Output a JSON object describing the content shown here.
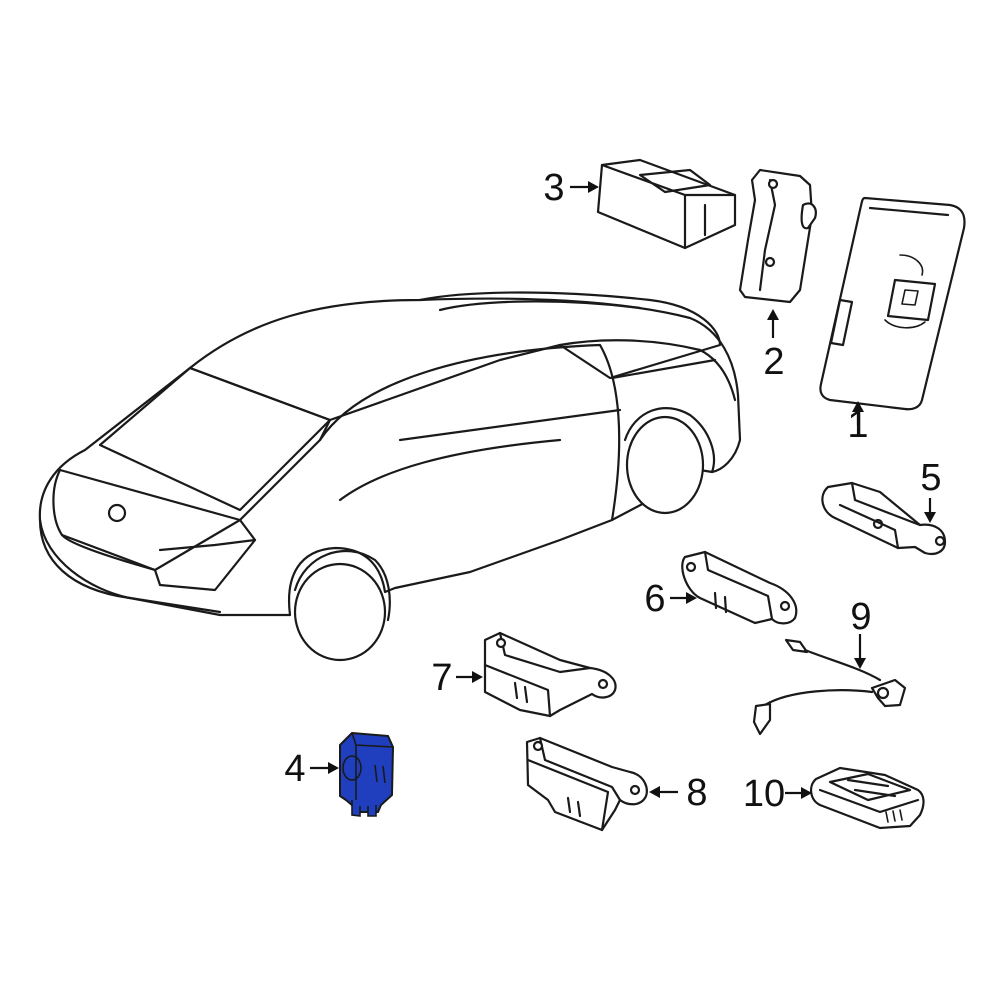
{
  "diagram": {
    "highlight_color": "#1f3fbf",
    "callouts": [
      {
        "id": "1",
        "label": "1"
      },
      {
        "id": "2",
        "label": "2"
      },
      {
        "id": "3",
        "label": "3"
      },
      {
        "id": "4",
        "label": "4"
      },
      {
        "id": "5",
        "label": "5"
      },
      {
        "id": "6",
        "label": "6"
      },
      {
        "id": "7",
        "label": "7"
      },
      {
        "id": "8",
        "label": "8"
      },
      {
        "id": "9",
        "label": "9"
      },
      {
        "id": "10",
        "label": "10"
      }
    ]
  }
}
